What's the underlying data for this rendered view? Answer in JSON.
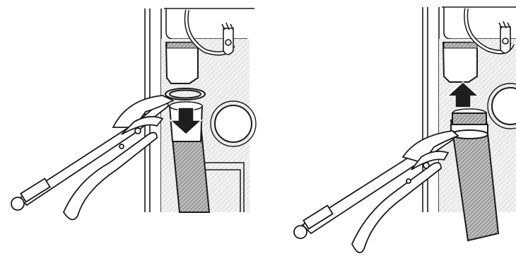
{
  "colors": {
    "background": "#ffffff",
    "line": "#1a1a1a",
    "hose_fill": "#9a9a9a",
    "panel_fill": "#ececec",
    "arrow_fill": "#1e1e1e"
  },
  "panels": [
    {
      "id": "left",
      "action": "install-clamp-onto-hose",
      "arrow": "down"
    },
    {
      "id": "right",
      "action": "slide-hose-onto-fitting",
      "arrow": "up"
    }
  ]
}
